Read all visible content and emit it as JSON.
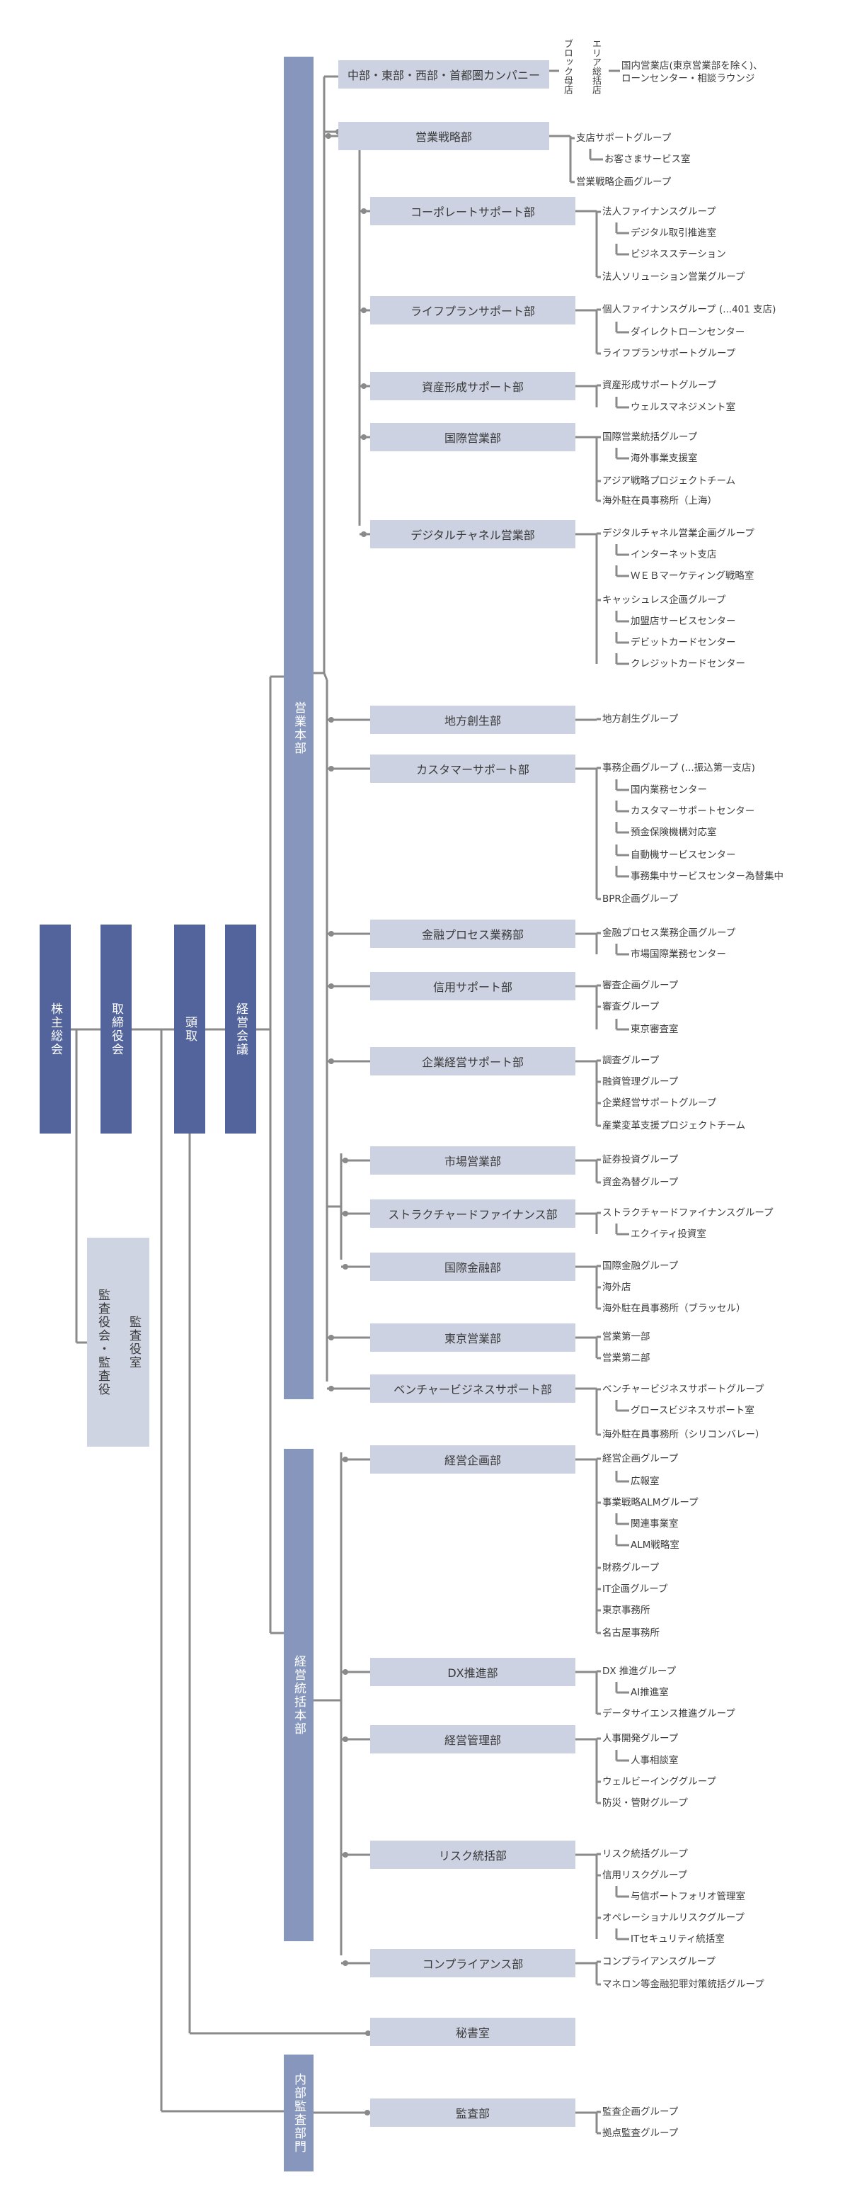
{
  "colors": {
    "dark": "#52649b",
    "mid": "#8796bc",
    "pale": "#cfd4e3",
    "dept": "#ccd2e2",
    "line": "#8a8a8a"
  },
  "top": {
    "shareholders": "株主総会",
    "board": "取締役会",
    "president": "頭取",
    "exec_council": "経営会議",
    "auditors": "監査役会・監査役",
    "audit_office": "監査役室"
  },
  "divisions": {
    "sales": "営業本部",
    "corporate": "経営統括本部",
    "internal_audit": "内部監査部門"
  },
  "company": {
    "name": "中部・東部・西部・首都圏カンパニー",
    "notes": [
      "ブロック母店",
      "エリア総括店"
    ],
    "items": [
      "国内営業店(東京営業部を除く)、",
      "ローンセンター・相談ラウンジ"
    ]
  },
  "depts": [
    {
      "name": "営業戦略部",
      "items": [
        "支店サポートグループ",
        "お客さまサービス室",
        "営業戦略企画グループ"
      ]
    },
    {
      "name": "コーポレートサポート部",
      "items": [
        "法人ファイナンスグループ",
        "デジタル取引推進室",
        "ビジネスステーション",
        "法人ソリューション営業グループ"
      ]
    },
    {
      "name": "ライフプランサポート部",
      "items": [
        "個人ファイナンスグループ (...401 支店)",
        "ダイレクトローンセンター",
        "ライフプランサポートグループ"
      ]
    },
    {
      "name": "資産形成サポート部",
      "items": [
        "資産形成サポートグループ",
        "ウェルスマネジメント室"
      ]
    },
    {
      "name": "国際営業部",
      "items": [
        "国際営業統括グループ",
        "海外事業支援室",
        "アジア戦略プロジェクトチーム",
        "海外駐在員事務所（上海）"
      ]
    },
    {
      "name": "デジタルチャネル営業部",
      "items": [
        "デジタルチャネル営業企画グループ",
        "インターネット支店",
        "ＷＥＢマーケティング戦略室",
        "キャッシュレス企画グループ",
        "加盟店サービスセンター",
        "デビットカードセンター",
        "クレジットカードセンター"
      ]
    },
    {
      "name": "地方創生部",
      "items": [
        "地方創生グループ"
      ]
    },
    {
      "name": "カスタマーサポート部",
      "items": [
        "事務企画グループ (...振込第一支店)",
        "国内業務センター",
        "カスタマーサポートセンター",
        "預金保険機構対応室",
        "自動機サービスセンター",
        "事務集中サービスセンター為替集中",
        "BPR企画グループ"
      ]
    },
    {
      "name": "金融プロセス業務部",
      "items": [
        "金融プロセス業務企画グループ",
        "市場国際業務センター"
      ]
    },
    {
      "name": "信用サポート部",
      "items": [
        "審査企画グループ",
        "審査グループ",
        "東京審査室"
      ]
    },
    {
      "name": "企業経営サポート部",
      "items": [
        "調査グループ",
        "融資管理グループ",
        "企業経営サポートグループ",
        "産業変革支援プロジェクトチーム"
      ]
    },
    {
      "name": "市場営業部",
      "items": [
        "証券投資グループ",
        "資金為替グループ"
      ]
    },
    {
      "name": "ストラクチャードファイナンス部",
      "items": [
        "ストラクチャードファイナンスグループ",
        "エクイティ投資室"
      ]
    },
    {
      "name": "国際金融部",
      "items": [
        "国際金融グループ",
        "海外店",
        "海外駐在員事務所（ブラッセル）"
      ]
    },
    {
      "name": "東京営業部",
      "items": [
        "営業第一部",
        "営業第二部"
      ]
    },
    {
      "name": "ベンチャービジネスサポート部",
      "items": [
        "ベンチャービジネスサポートグループ",
        "グロースビジネスサポート室",
        "海外駐在員事務所（シリコンバレー）"
      ]
    },
    {
      "name": "経営企画部",
      "items": [
        "経営企画グループ",
        "広報室",
        "事業戦略ALMグループ",
        "関連事業室",
        "ALM戦略室",
        "財務グループ",
        "IT企画グループ",
        "東京事務所",
        "名古屋事務所"
      ]
    },
    {
      "name": "DX推進部",
      "items": [
        "DX 推進グループ",
        "AI推進室",
        "データサイエンス推進グループ"
      ]
    },
    {
      "name": "経営管理部",
      "items": [
        "人事開発グループ",
        "人事相談室",
        "ウェルビーインググループ",
        "防災・管財グループ"
      ]
    },
    {
      "name": "リスク統括部",
      "items": [
        "リスク統括グループ",
        "信用リスクグループ",
        "与信ポートフォリオ管理室",
        "オペレーショナルリスクグループ",
        "ITセキュリティ統括室"
      ]
    },
    {
      "name": "コンプライアンス部",
      "items": [
        "コンプライアンスグループ",
        "マネロン等金融犯罪対策統括グループ"
      ]
    },
    {
      "name": "秘書室",
      "items": []
    },
    {
      "name": "監査部",
      "items": [
        "監査企画グループ",
        "拠点監査グループ"
      ]
    }
  ]
}
